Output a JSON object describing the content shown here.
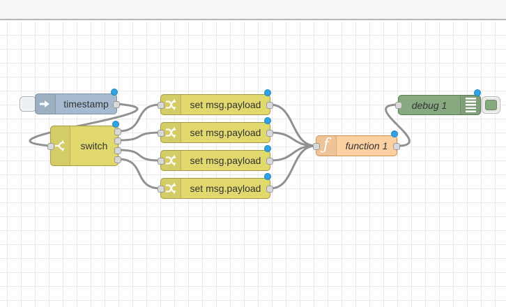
{
  "workspace": {
    "background": "#ffffff",
    "grid_line_color": "#e9e9e9",
    "topbar_color": "#f6f6f6",
    "divider_color": "#b6b6b6",
    "wire_color": "#919191",
    "port_color": "#d9d9d9",
    "changed_dot_color": "#2fa3e3"
  },
  "nodes": {
    "inject": {
      "type": "inject",
      "label": "timestamp",
      "color": "#a6bbcf",
      "icon": "inject-arrow-icon",
      "changed": true
    },
    "switch": {
      "type": "switch",
      "label": "switch",
      "color": "#e2d96e",
      "icon": "switch-fork-icon",
      "outputs": 4,
      "changed": true
    },
    "change1": {
      "type": "change",
      "label": "set msg.payload",
      "color": "#e2d96e",
      "icon": "shuffle-icon",
      "changed": true
    },
    "change2": {
      "type": "change",
      "label": "set msg.payload",
      "color": "#e2d96e",
      "icon": "shuffle-icon",
      "changed": true
    },
    "change3": {
      "type": "change",
      "label": "set msg.payload",
      "color": "#e2d96e",
      "icon": "shuffle-icon",
      "changed": true
    },
    "change4": {
      "type": "change",
      "label": "set msg.payload",
      "color": "#e2d96e",
      "icon": "shuffle-icon",
      "changed": true
    },
    "function1": {
      "type": "function",
      "label": "function 1",
      "color": "#fdd0a2",
      "icon": "function-icon",
      "icon_glyph": "ƒ",
      "changed": true
    },
    "debug1": {
      "type": "debug",
      "label": "debug 1",
      "color": "#87a980",
      "icon": "debug-lines-icon",
      "changed": true
    }
  }
}
